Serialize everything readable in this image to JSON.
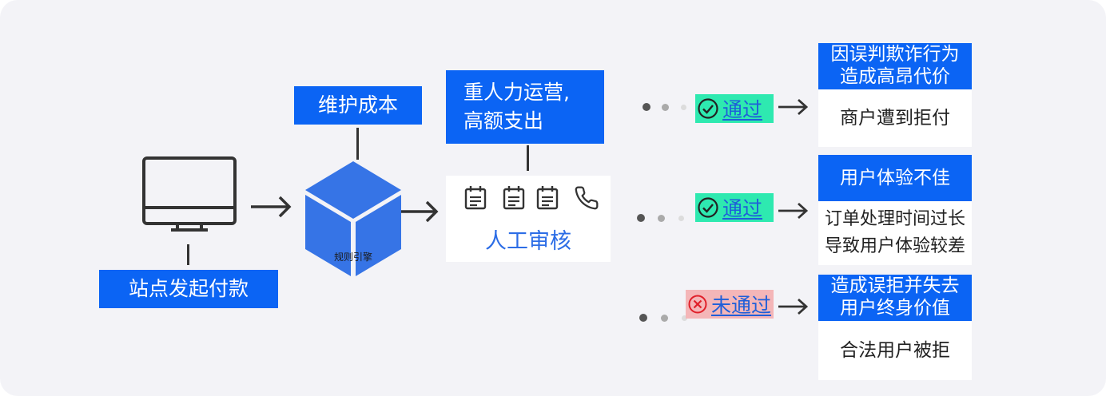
{
  "source": {
    "label": "站点发起付款",
    "icon": "monitor-icon"
  },
  "engine": {
    "label": "规则引擎",
    "cost_label": "维护成本",
    "color": "#3674e6",
    "icon": "cube-icon"
  },
  "manual_review": {
    "label": "人工审核",
    "cost_label": "重人力运营,\n高额支出",
    "icons": [
      "document-icon",
      "document-icon",
      "document-icon",
      "phone-icon"
    ]
  },
  "outcomes": [
    {
      "status": "pass",
      "badge_label": "通过",
      "header": "因误判欺诈行为\n造成高昂代价",
      "detail": "商户遭到拒付"
    },
    {
      "status": "pass",
      "badge_label": "通过",
      "header": "用户体验不佳",
      "detail": "订单处理时间过长\n导致用户体验较差"
    },
    {
      "status": "fail",
      "badge_label": "未通过",
      "header": "造成误拒并失去\n用户终身价值",
      "detail": "合法用户被拒"
    }
  ],
  "colors": {
    "primary_blue": "#0b64f4",
    "pass_green": "#2ee9b0",
    "fail_pink": "#f4b6b8",
    "background": "#f3f3f7"
  }
}
